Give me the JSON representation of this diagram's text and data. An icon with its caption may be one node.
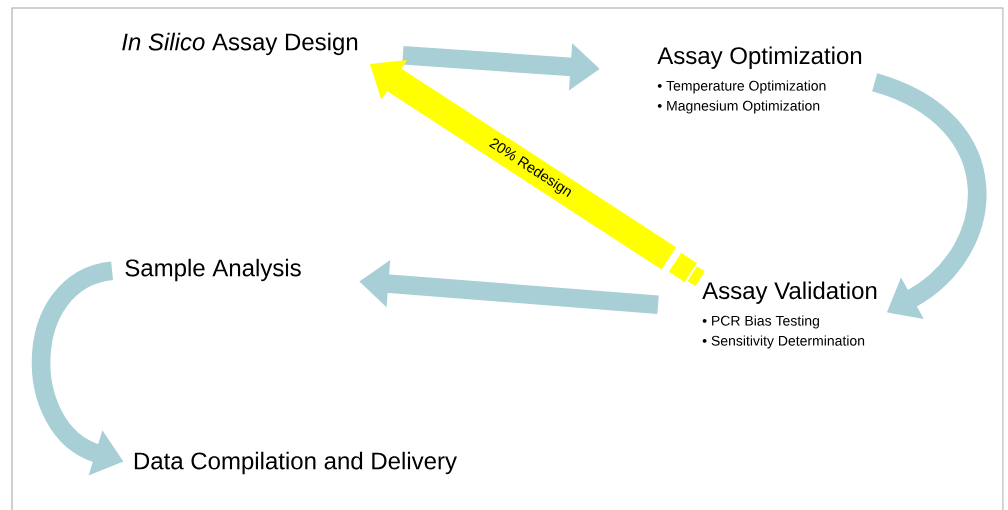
{
  "diagram": {
    "nodes": [
      {
        "text": [
          "*In Silico* Assay Design"
        ]
      },
      {
        "text": [
          "Assay Optimization",
          "• Temperature Optimization",
          "• Magnesium Optimization"
        ]
      },
      {
        "text": [
          "Assay Validation",
          "• PCR Bias Testing",
          "• Sensitivity Determination"
        ]
      },
      {
        "text": [
          "Sample Analysis"
        ]
      },
      {
        "text": [
          "Data Compilation and Delivery"
        ]
      }
    ],
    "edges": [
      {
        "from": 0,
        "to": 1,
        "arrow": "to"
      },
      {
        "from": 1,
        "to": 2,
        "arrow": "to"
      },
      {
        "from": 2,
        "to": 3,
        "arrow": "to"
      },
      {
        "from": 3,
        "to": 4,
        "arrow": "to"
      },
      {
        "from": 2,
        "to": 0,
        "arrow": "to",
        "label": "20% Redesign",
        "color": "#ffff00"
      }
    ]
  }
}
